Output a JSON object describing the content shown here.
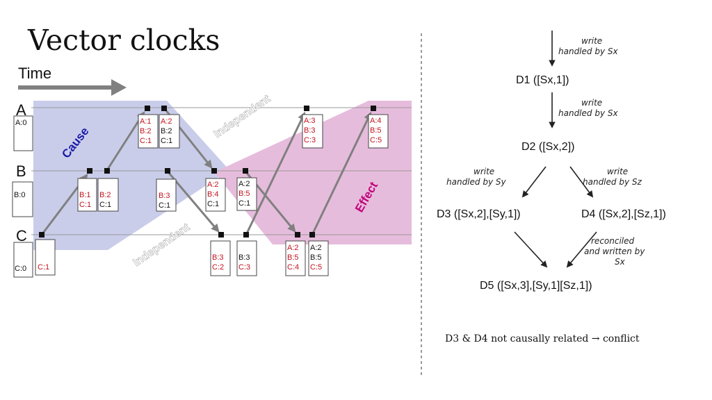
{
  "title": "Vector clocks",
  "time_label": "Time",
  "processes": [
    "A",
    "B",
    "C"
  ],
  "initial_clocks": {
    "A": "A:0",
    "B": "B:0",
    "C": "C:0"
  },
  "region_labels": {
    "cause": "Cause",
    "effect": "Effect",
    "independent_top": "Independent",
    "independent_bottom": "Independent"
  },
  "events": {
    "c1": [
      "C:1"
    ],
    "b1": [
      "B:1",
      "C:1"
    ],
    "b2": [
      "B:2",
      "C:1"
    ],
    "a1": [
      "A:1",
      "B:2",
      "C:1"
    ],
    "a2": [
      "A:2",
      "B:2",
      "C:1"
    ],
    "b3": [
      "B:3",
      "C:1"
    ],
    "b4": [
      "A:2",
      "B:4",
      "C:1"
    ],
    "b5": [
      "A:2",
      "B:5",
      "C:1"
    ],
    "c2": [
      "B:3",
      "C:2"
    ],
    "c3": [
      "B:3",
      "C:3"
    ],
    "a3": [
      "A:3",
      "B:3",
      "C:3"
    ],
    "c4": [
      "A:2",
      "B:5",
      "C:4"
    ],
    "c5": [
      "A:2",
      "B:5",
      "C:5"
    ],
    "a4": [
      "A:4",
      "B:5",
      "C:5"
    ]
  },
  "colors": {
    "cause": "#c9cdea",
    "effect": "#e6bcdc",
    "red": "#c0141e",
    "blue": "#1a1aa6",
    "magenta": "#c1007a",
    "arrow": "#808080"
  },
  "flow": {
    "arrow1": [
      "write",
      "handled by Sx"
    ],
    "d1": "D1 ([Sx,1])",
    "arrow2": [
      "write",
      "handled by Sx"
    ],
    "d2": "D2 ([Sx,2])",
    "arrow3": [
      "write",
      "handled by Sy"
    ],
    "arrow4": [
      "write",
      "handled by Sz"
    ],
    "d3": "D3 ([Sx,2],[Sy,1])",
    "d4": "D4 ([Sx,2],[Sz,1])",
    "arrow5": [
      "reconciled",
      "and written by",
      "Sx"
    ],
    "d5": "D5 ([Sx,3],[Sy,1][Sz,1])"
  },
  "conflict_note": "D3 & D4 not causally related → conflict"
}
